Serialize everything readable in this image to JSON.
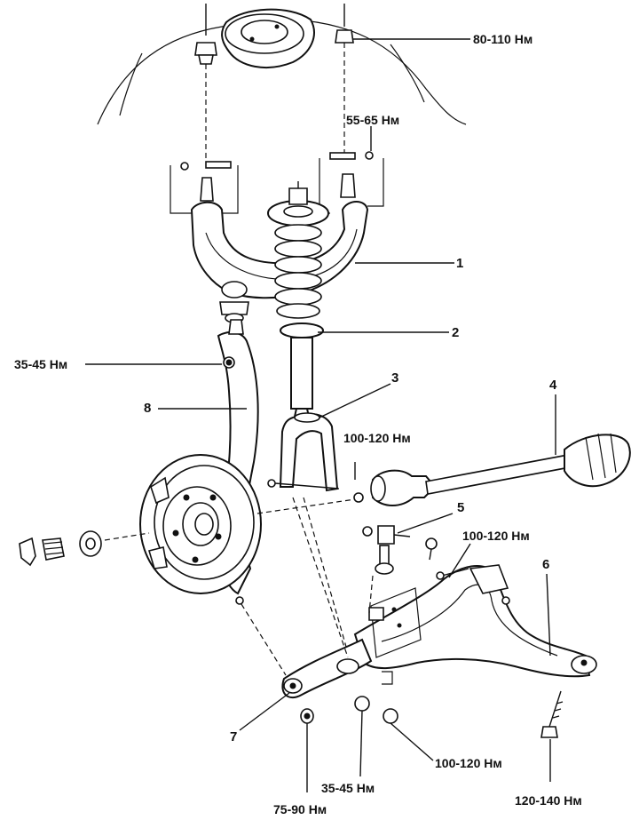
{
  "torque": {
    "t1": "80-110 Нм",
    "t2": "55-65 Нм",
    "t3": "35-45 Нм",
    "t4": "100-120 Нм",
    "t5": "100-120 Нм",
    "t6": "100-120 Нм",
    "t7": "35-45 Нм",
    "t8": "75-90 Нм",
    "t9": "120-140 Нм"
  },
  "callouts": {
    "c1": "1",
    "c2": "2",
    "c3": "3",
    "c4": "4",
    "c5": "5",
    "c6": "6",
    "c7": "7",
    "c8": "8"
  }
}
